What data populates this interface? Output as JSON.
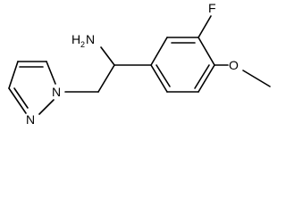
{
  "structure": {
    "labels": {
      "amine": "NH2",
      "amine_main": "H",
      "amine_n": "N",
      "amine_sub": "2",
      "fluorine": "F",
      "oxygen": "O",
      "pyrazole_n1": "N",
      "pyrazole_n2": "N"
    },
    "colors": {
      "bond": "#000000",
      "text": "#000000",
      "background": "#ffffff"
    }
  }
}
